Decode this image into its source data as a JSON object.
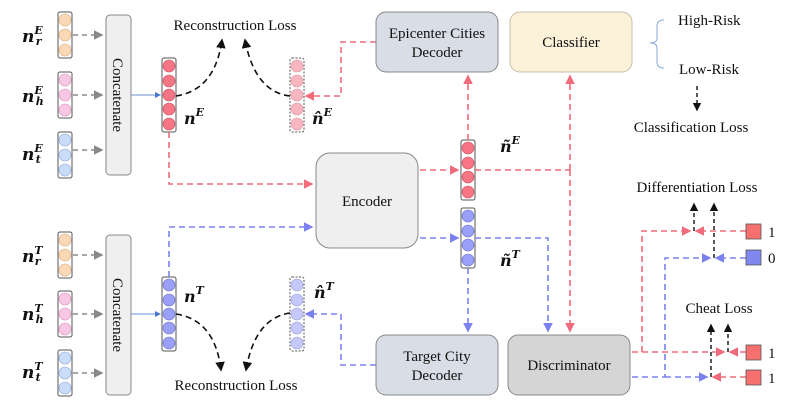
{
  "colors": {
    "red_dash": "#f06b7b",
    "blue_dash": "#7b82f0",
    "red_fill": "#f77585",
    "red_light_fill": "#f8b6c0",
    "blue_fill": "#9aa0f7",
    "blue_light_fill": "#c5c8fa",
    "orange_fill": "#fcd9b6",
    "pink_fill": "#f8c7e4",
    "lightblue_fill": "#c9dcfa",
    "gray_box": "#efefef",
    "decoder_box": "#d8dde6",
    "classifier_box": "#fcf2d9",
    "discriminator_box": "#d5d5d5",
    "label_red": "#f27070",
    "label_blue": "#8088f0"
  },
  "inputs_epicenter": {
    "labels": [
      {
        "base": "n",
        "sup": "E",
        "sub": "r"
      },
      {
        "base": "n",
        "sup": "E",
        "sub": "h"
      },
      {
        "base": "n",
        "sup": "E",
        "sub": "t"
      }
    ]
  },
  "inputs_target": {
    "labels": [
      {
        "base": "n",
        "sup": "T",
        "sub": "r"
      },
      {
        "base": "n",
        "sup": "T",
        "sub": "h"
      },
      {
        "base": "n",
        "sup": "T",
        "sub": "t"
      }
    ]
  },
  "concat_top": "Concatenate",
  "concat_bottom": "Concatenate",
  "vectors": {
    "nE": {
      "base": "n",
      "sup": "E"
    },
    "nE_hat": {
      "base": "n̂",
      "sup": "E"
    },
    "nE_tilde": {
      "base": "ñ",
      "sup": "E"
    },
    "nT": {
      "base": "n",
      "sup": "T"
    },
    "nT_hat": {
      "base": "n̂",
      "sup": "T"
    },
    "nT_tilde": {
      "base": "ñ",
      "sup": "T"
    }
  },
  "boxes": {
    "epicenter_decoder": [
      "Epicenter Cities",
      "Decoder"
    ],
    "classifier": "Classifier",
    "encoder": "Encoder",
    "target_decoder": [
      "Target City",
      "Decoder"
    ],
    "discriminator": "Discriminator"
  },
  "losses": {
    "reconstruction_top": "Reconstruction Loss",
    "reconstruction_bottom": "Reconstruction Loss",
    "classification": "Classification Loss",
    "differentiation": "Differentiation Loss",
    "cheat": "Cheat Loss"
  },
  "classes": {
    "high": "High-Risk",
    "low": "Low-Risk"
  },
  "discriminator_targets": {
    "differentiation": [
      "1",
      "0"
    ],
    "cheat": [
      "1",
      "1"
    ]
  }
}
